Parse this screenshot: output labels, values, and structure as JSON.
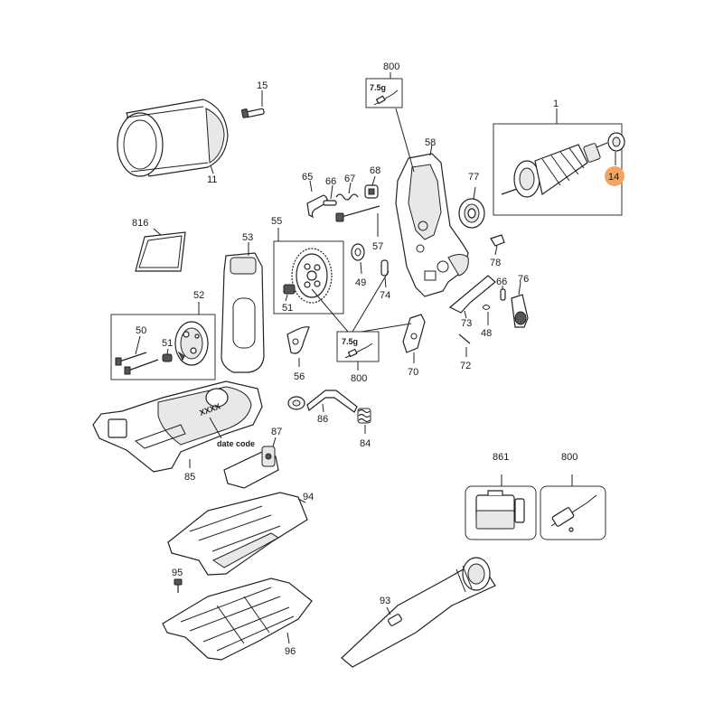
{
  "labels": {
    "p1": "1",
    "p11": "11",
    "p14": "14",
    "p15": "15",
    "p48": "48",
    "p49": "49",
    "p50": "50",
    "p51a": "51",
    "p51b": "51",
    "p52": "52",
    "p53": "53",
    "p55": "55",
    "p56": "56",
    "p57": "57",
    "p58": "58",
    "p65": "65",
    "p66a": "66",
    "p66b": "66",
    "p67": "67",
    "p68": "68",
    "p70": "70",
    "p72": "72",
    "p73": "73",
    "p74": "74",
    "p76": "76",
    "p77": "77",
    "p78": "78",
    "p84": "84",
    "p85": "85",
    "p86": "86",
    "p87": "87",
    "p93": "93",
    "p94": "94",
    "p95": "95",
    "p96": "96",
    "p800a": "800",
    "p800b": "800",
    "p800c": "800",
    "p816": "816",
    "p861": "861"
  },
  "grease_a": "7.5g",
  "grease_b": "7.5g",
  "housing_stamp": "XXXX",
  "date_code": "date code",
  "colors": {
    "highlight": "#f5a45d",
    "line": "#222222"
  }
}
